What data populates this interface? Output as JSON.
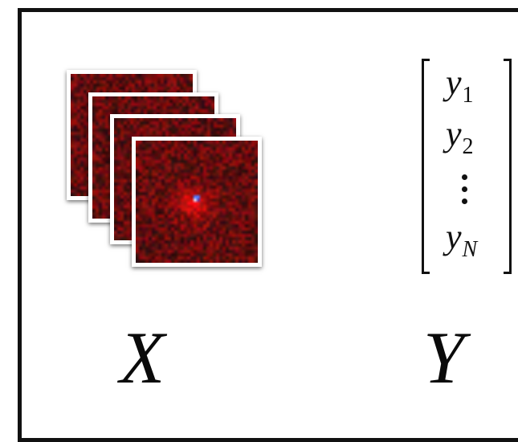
{
  "colors": {
    "frame": "#111111",
    "tile_dark": "#3d0b0b",
    "tile_mid": "#7a1414",
    "tile_bright": "#c21c1c",
    "blob_center": "#4f7cff"
  },
  "images": {
    "count": 4
  },
  "vector": {
    "entries": [
      {
        "base": "y",
        "sub": "1"
      },
      {
        "base": "y",
        "sub": "2"
      },
      {
        "base": "y",
        "sub": "N"
      }
    ]
  },
  "labels": {
    "x": "X",
    "y": "Y"
  }
}
